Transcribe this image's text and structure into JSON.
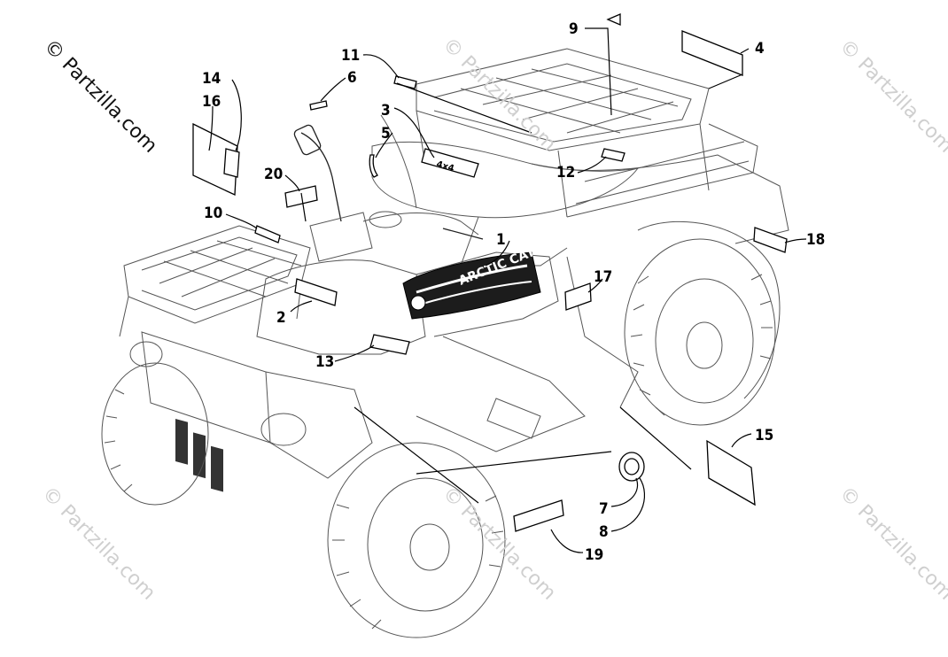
{
  "watermark": {
    "main": "© Partzilla.com",
    "faint": "© Partzilla.com"
  },
  "callouts": [
    {
      "id": "c1",
      "label": "1"
    },
    {
      "id": "c2",
      "label": "2"
    },
    {
      "id": "c3",
      "label": "3"
    },
    {
      "id": "c4",
      "label": "4"
    },
    {
      "id": "c5",
      "label": "5"
    },
    {
      "id": "c6",
      "label": "6"
    },
    {
      "id": "c7",
      "label": "7"
    },
    {
      "id": "c8",
      "label": "8"
    },
    {
      "id": "c9",
      "label": "9"
    },
    {
      "id": "c10",
      "label": "10"
    },
    {
      "id": "c11",
      "label": "11"
    },
    {
      "id": "c12",
      "label": "12"
    },
    {
      "id": "c13",
      "label": "13"
    },
    {
      "id": "c14",
      "label": "14"
    },
    {
      "id": "c15",
      "label": "15"
    },
    {
      "id": "c16",
      "label": "16"
    },
    {
      "id": "c17",
      "label": "17"
    },
    {
      "id": "c18",
      "label": "18"
    },
    {
      "id": "c19",
      "label": "19"
    },
    {
      "id": "c20",
      "label": "20"
    }
  ],
  "decal_text": {
    "brand": "ARCTIC CAT",
    "badge": "4x4"
  }
}
